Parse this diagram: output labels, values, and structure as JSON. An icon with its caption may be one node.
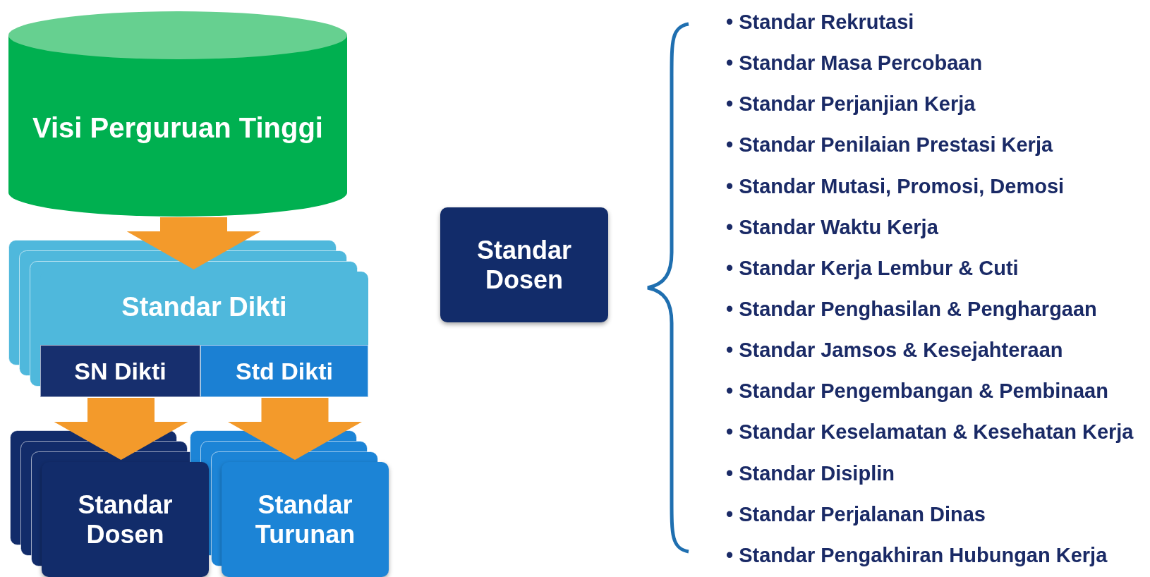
{
  "diagram": {
    "nodes": [
      {
        "text": [
          "Visi Perguruan Tinggi"
        ]
      },
      {
        "text": [
          "Standar Dikti"
        ]
      },
      {
        "text": [
          "SN Dikti"
        ],
        "in": 1
      },
      {
        "text": [
          "Std Dikti"
        ],
        "in": 1
      },
      {
        "text": [
          "Standar Dosen"
        ]
      },
      {
        "text": [
          "Standar Turunan"
        ]
      },
      {
        "text": [
          "Standar Dosen"
        ]
      }
    ],
    "edges": [
      {
        "from": 0,
        "to": 1,
        "arrow": "to"
      },
      {
        "from": 2,
        "to": 4,
        "arrow": "to"
      },
      {
        "from": 3,
        "to": 5,
        "arrow": "to"
      }
    ],
    "labels": [
      "• Standar Rekrutasi",
      "• Standar Masa Percobaan",
      "• Standar Perjanjian Kerja",
      "• Standar Penilaian Prestasi Kerja",
      "• Standar Mutasi, Promosi, Demosi",
      "• Standar Waktu Kerja",
      "• Standar Kerja Lembur & Cuti",
      "• Standar Penghasilan & Penghargaan",
      "• Standar Jamsos & Kesejahteraan",
      "• Standar Pengembangan & Pembinaan",
      "• Standar Keselamatan & Kesehatan Kerja",
      "• Standar Disiplin",
      "• Standar Perjalanan Dinas",
      "• Standar Pengakhiran Hubungan Kerja"
    ]
  }
}
